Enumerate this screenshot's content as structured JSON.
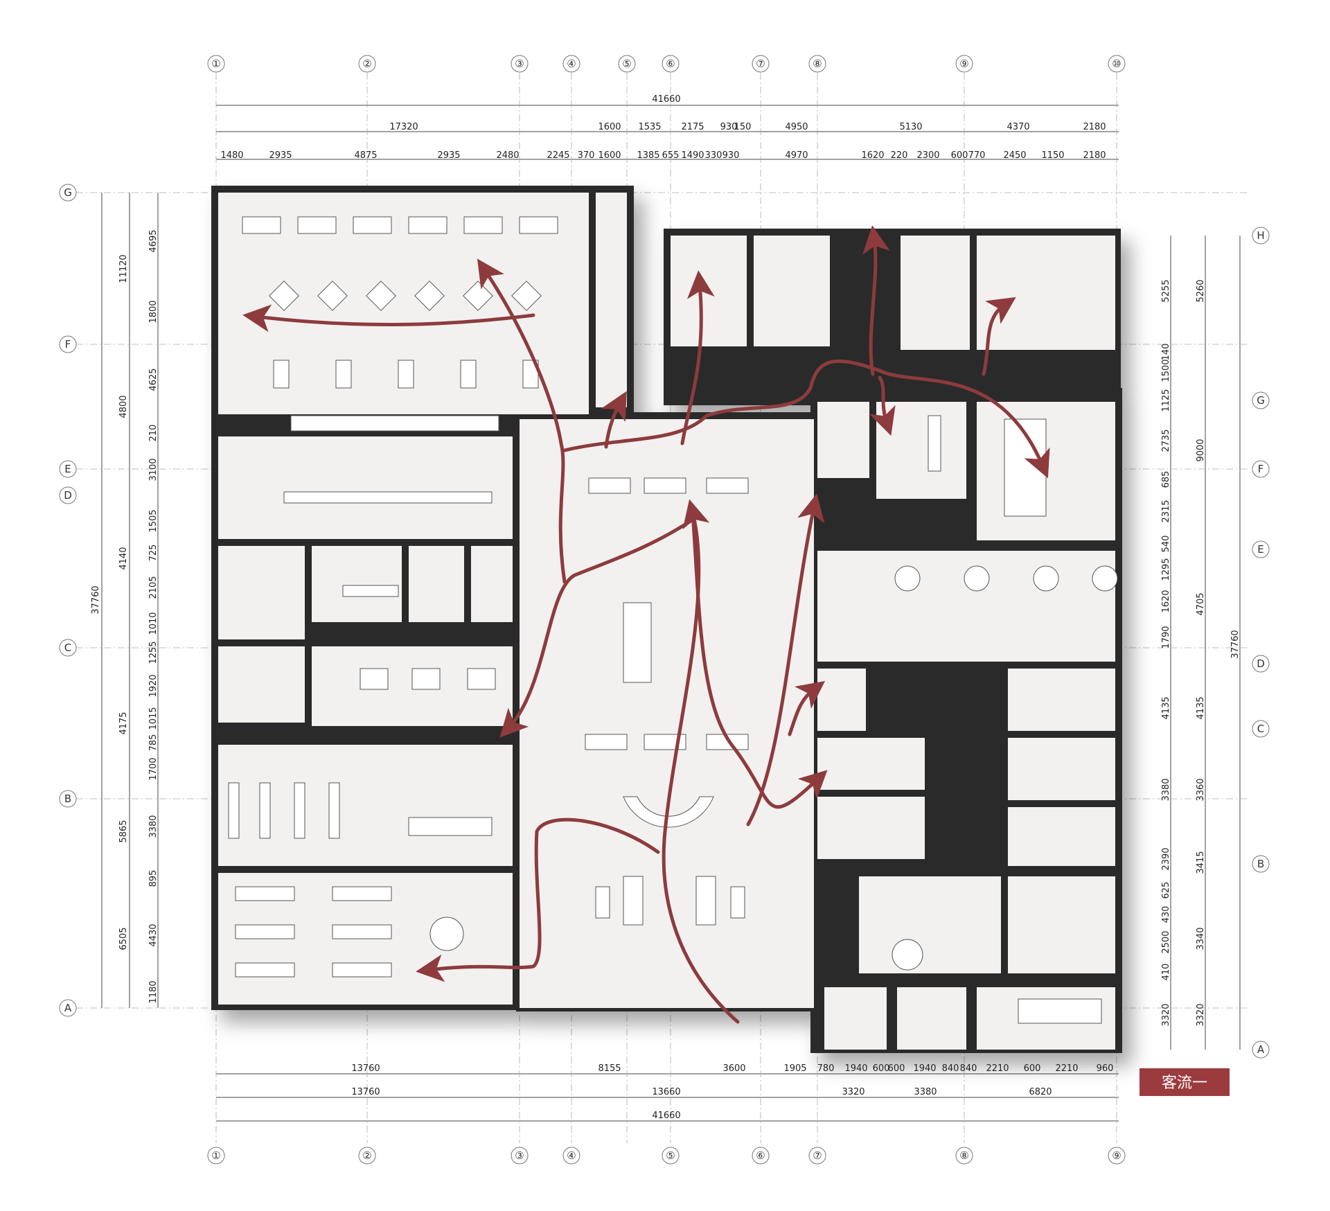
{
  "legend": {
    "label": "客流一",
    "color": "#9b3b3e"
  },
  "flow_color": "#8d3b3d",
  "axes": {
    "top": [
      "①",
      "②",
      "③",
      "④",
      "⑤",
      "⑥",
      "⑦",
      "⑧",
      "⑨",
      "⑩"
    ],
    "bottom": [
      "①",
      "②",
      "③",
      "④",
      "⑤",
      "⑥",
      "⑦",
      "⑧",
      "⑨"
    ],
    "left": [
      "G",
      "F",
      "E",
      "D",
      "C",
      "B",
      "A"
    ],
    "right": [
      "H",
      "G",
      "F",
      "E",
      "D",
      "C",
      "B",
      "A"
    ]
  },
  "dims": {
    "top_total": "41660",
    "top_row2": [
      "17320",
      "1600",
      "1535",
      "2175",
      "930",
      "150",
      "4950",
      "5130",
      "4370",
      "2180"
    ],
    "top_row3": [
      "1480",
      "2935",
      "4875",
      "2935",
      "2480",
      "2245",
      "370",
      "1600",
      "1385",
      "655",
      "1490",
      "330",
      "930",
      "4970",
      "1620",
      "220",
      "2300",
      "600",
      "770",
      "2450",
      "1150",
      "2180"
    ],
    "bottom_row1": [
      "13760",
      "8155",
      "3600",
      "1905",
      "780",
      "1940",
      "600",
      "600",
      "1940",
      "840",
      "840",
      "2210",
      "600",
      "2210",
      "960"
    ],
    "bottom_row2": [
      "13760",
      "13660",
      "3320",
      "3380",
      "6820"
    ],
    "bottom_total": "41660",
    "left_total": "37760",
    "left_mid": [
      "11120",
      "4800",
      "4140",
      "4175",
      "5865",
      "6505"
    ],
    "left_inner": [
      "4695",
      "1800",
      "4625",
      "210",
      "3100",
      "1505",
      "725",
      "2105",
      "1010",
      "1255",
      "1920",
      "1015",
      "785",
      "1700",
      "3380",
      "895",
      "4430",
      "1180"
    ],
    "right_inner": [
      "5255",
      "140",
      "1500",
      "1125",
      "2735",
      "685",
      "2315",
      "540",
      "1295",
      "1620",
      "1790",
      "4135",
      "3380",
      "2390",
      "625",
      "430",
      "2500",
      "410",
      "3320"
    ],
    "right_mid": [
      "5260",
      "9000",
      "4705",
      "4135",
      "3360",
      "3415",
      "3340",
      "3320"
    ],
    "right_total": "37760"
  }
}
